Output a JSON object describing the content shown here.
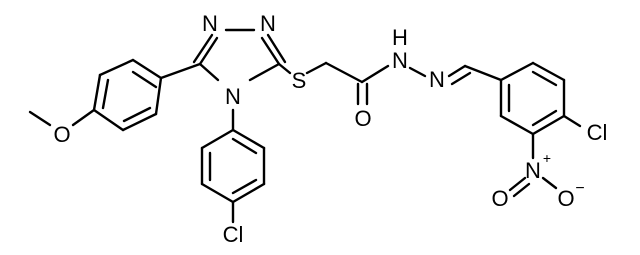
{
  "atoms": {
    "n_triazole_1": "N",
    "n_triazole_2": "N",
    "n_triazole_4": "N",
    "sulfur": "S",
    "carbonyl_oxygen": "O",
    "hydrazide_nh": "N",
    "hydrazide_h": "H",
    "hydrazone_n": "N",
    "methoxy_oxygen": "O",
    "chlorine_bottom": "Cl",
    "chlorine_right": "Cl",
    "nitro_nitrogen": "N",
    "nitro_plus": "+",
    "nitro_oxygen_left": "O",
    "nitro_oxygen_right": "O",
    "nitro_minus": "−"
  },
  "colors": {
    "ink": "#000000",
    "background": "#ffffff"
  }
}
